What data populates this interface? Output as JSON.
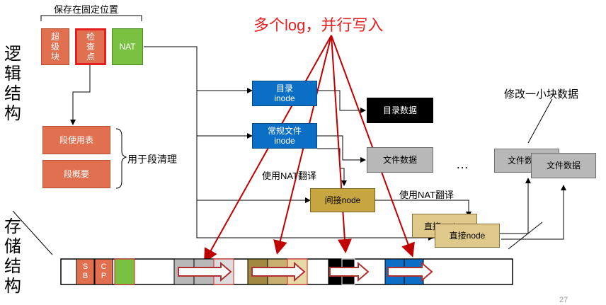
{
  "title": "多个log，并行写入",
  "left_labels": {
    "logical": "逻辑结构",
    "storage": "存储结构"
  },
  "fixed_position_label": "保存在固定位置",
  "fixed_blocks": {
    "superblock": "超级块",
    "checkpoint": "检查点",
    "nat": "NAT"
  },
  "segment_tables": {
    "sit": "段使用表",
    "ssa": "段概要",
    "purpose": "用于段清理"
  },
  "nodes": {
    "dir_inode": "目录 inode",
    "file_inode": "常规文件 inode",
    "dir_data": "目录数据",
    "file_data": "文件数据",
    "indirect_node": "间接node",
    "direct_node_back": "直接node",
    "direct_node_front": "直接node",
    "file_data_back": "文件数据",
    "file_data_front": "文件数据"
  },
  "annotations": {
    "nat_translate_1": "使用NAT翻译",
    "nat_translate_2": "使用NAT翻译",
    "modify_block": "修改一小块数据",
    "ellipsis": "…"
  },
  "storage_cells": {
    "sb": "S B",
    "cp": "C P"
  },
  "page_number": "27",
  "colors": {
    "title_red": "#e52020",
    "arrow_red": "#c00000",
    "orange": "#e07050",
    "green": "#7ac142",
    "blue": "#0b6fc6",
    "olive": "#c7a540",
    "tan": "#dfc98a",
    "gray": "#b8b8b8"
  }
}
